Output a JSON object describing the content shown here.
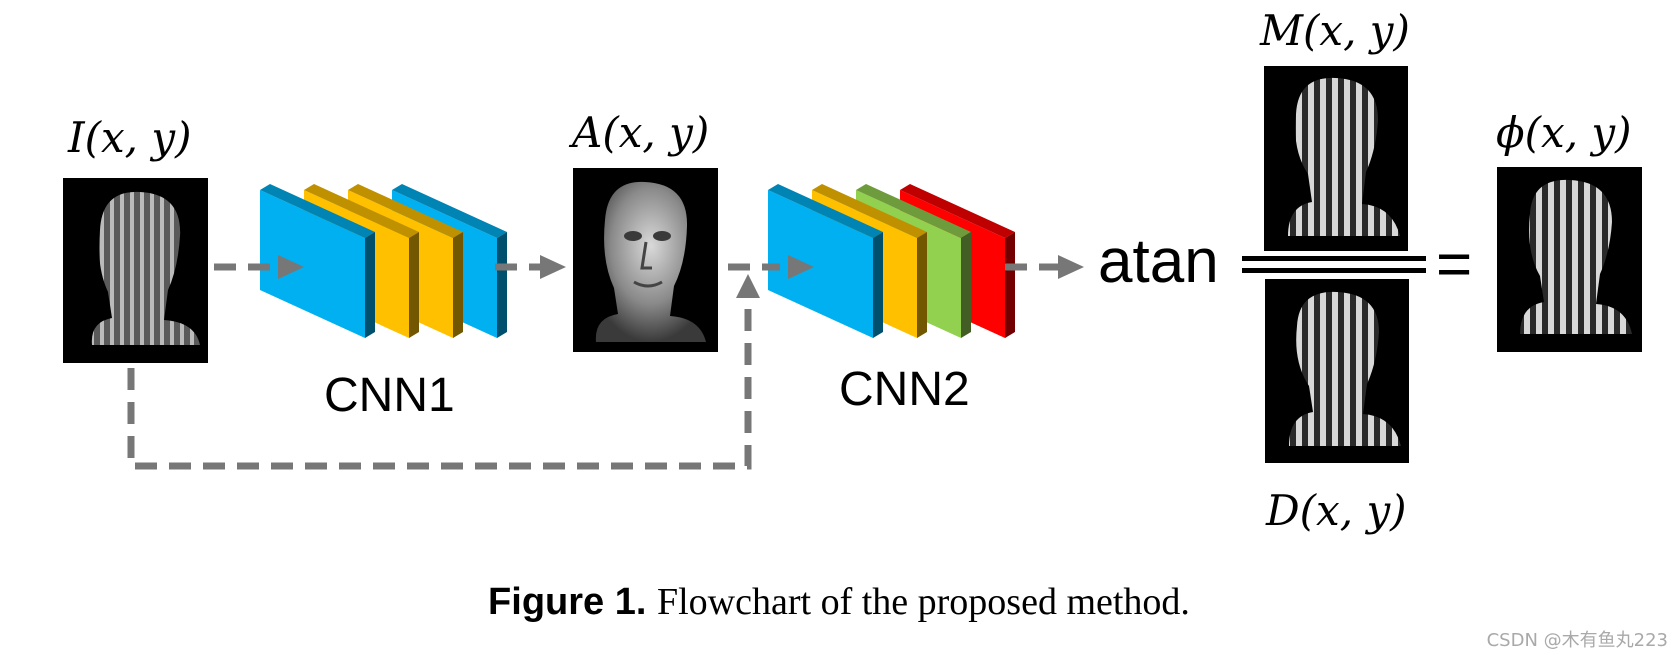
{
  "labels": {
    "input": "I(x, y)",
    "amplitude": "A(x, y)",
    "numerator": "M(x, y)",
    "denominator": "D(x, y)",
    "phase": "ϕ(x, y)",
    "cnn1": "CNN1",
    "cnn2": "CNN2",
    "atan": "atan",
    "equals": "="
  },
  "caption": {
    "label": "Figure 1.",
    "text": "Flowchart of the proposed method."
  },
  "watermark": "CSDN @木有鱼丸223",
  "colors": {
    "arrow": "#777777",
    "cyan": "#00B0F0",
    "yellow": "#FFC000",
    "green": "#92D050",
    "red": "#FF0000",
    "image_bg": "#000000"
  },
  "networks": {
    "cnn1": [
      "cyan",
      "yellow",
      "yellow",
      "cyan"
    ],
    "cnn2": [
      "cyan",
      "yellow",
      "green",
      "red"
    ]
  }
}
